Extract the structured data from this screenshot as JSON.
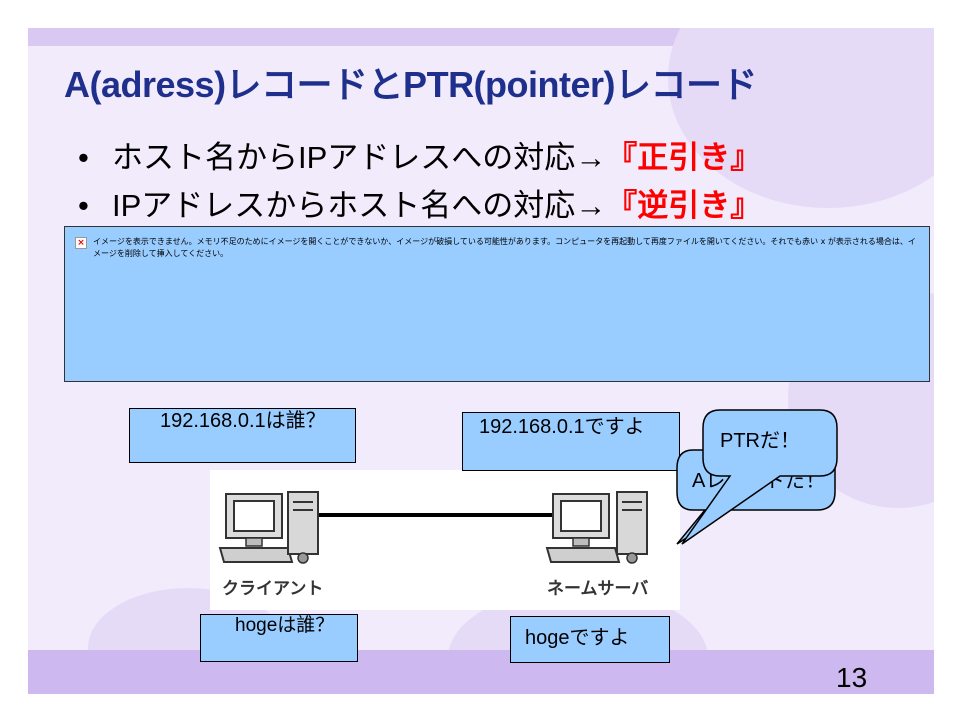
{
  "slide": {
    "title": "A(adress)レコードとPTR(pointer)レコード",
    "bullets": [
      {
        "text": "ホスト名からIPアドレスへの対応→",
        "highlight": "『正引き』"
      },
      {
        "text": "IPアドレスからホスト名への対応→",
        "highlight": "『逆引き』"
      }
    ],
    "bullet_symbol": "•",
    "page_number": "13"
  },
  "broken_image": {
    "message": "イメージを表示できません。メモリ不足のためにイメージを開くことができないか、イメージが破損している可能性があります。コンピュータを再起動して再度ファイルを開いてください。それでも赤い x が表示される場合は、イメージを削除して挿入してください。",
    "icon": "broken-image-icon"
  },
  "diagram": {
    "client_label": "クライアント",
    "server_label": "ネームサーバ",
    "client_query_ip": "192.168.0.1は誰？",
    "server_answer_ip": "192.168.0.1ですよ",
    "client_query_host": "hogeは誰？",
    "server_answer_host": "hogeですよ",
    "a_record_bubble": "Aレコードだ！",
    "ptr_bubble": "PTRだ！"
  },
  "colors": {
    "title": "#1f2f8c",
    "highlight": "#ff0000",
    "callout_fill": "#99ccff",
    "background": "#f1ebfb"
  }
}
